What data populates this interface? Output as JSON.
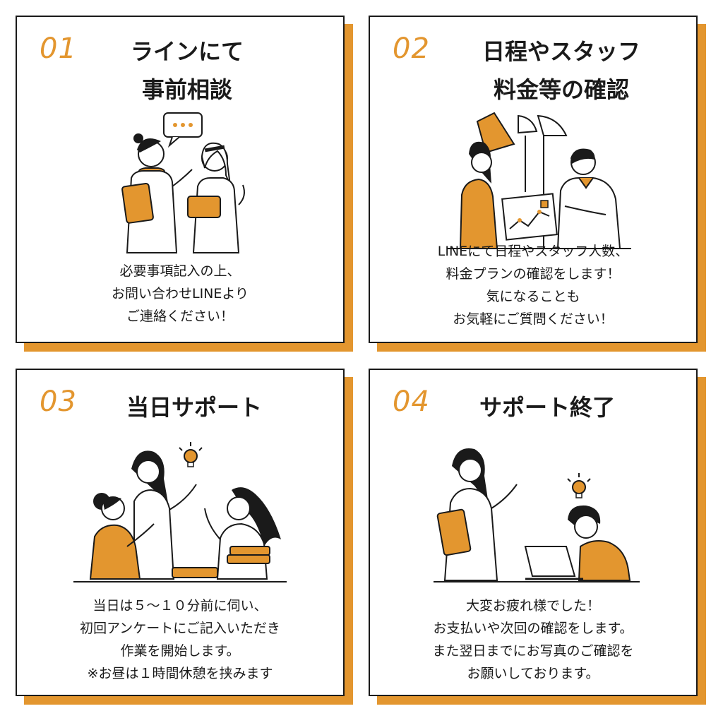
{
  "accent_color": "#e3962f",
  "steps": [
    {
      "number": "01",
      "title": [
        "ラインにて",
        "事前相談"
      ],
      "description": [
        "必要事項記入の上、",
        "お問い合わせLINEより",
        "ご連絡ください！"
      ]
    },
    {
      "number": "02",
      "title": [
        "日程やスタッフ",
        "料金等の確認"
      ],
      "description": [
        "LINEにて日程やスタッフ人数、",
        "料金プランの確認をします！",
        "気になることも",
        "お気軽にご質問ください！"
      ]
    },
    {
      "number": "03",
      "title": [
        "当日サポート"
      ],
      "description": [
        "当日は５〜１０分前に伺い、",
        "初回アンケートにご記入いただき",
        "作業を開始します。",
        "※お昼は１時間休憩を挟みます"
      ]
    },
    {
      "number": "04",
      "title": [
        "サポート終了"
      ],
      "description": [
        "大変お疲れ様でした！",
        "お支払いや次回の確認をします。",
        "また翌日までにお写真のご確認を",
        "お願いしております。"
      ]
    }
  ]
}
